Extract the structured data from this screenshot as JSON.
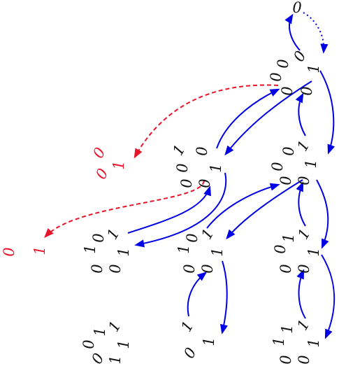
{
  "colors": {
    "edge_solid": "#0000e6",
    "edge_dotted": "#0000e6",
    "edge_dashed": "#e8142a",
    "label": "#111111",
    "label_red": "#e8142a"
  },
  "nodes": {
    "n_top": {
      "glyphs": [
        "0"
      ],
      "color": "black"
    },
    "n_r1": {
      "glyphs": [
        "0",
        "0",
        "1",
        "0",
        "0",
        "0"
      ],
      "color": "black"
    },
    "n_r2_right": {
      "glyphs": [
        "0",
        "0",
        "1",
        "1",
        "0",
        "0"
      ],
      "color": "black"
    },
    "n_r2_mid": {
      "glyphs": [
        "1",
        "0",
        "0",
        "1",
        "0",
        "0"
      ],
      "color": "black"
    },
    "n_r2_red": {
      "glyphs": [
        "0",
        "0",
        "1"
      ],
      "color": "red"
    },
    "n_r3_right": {
      "glyphs": [
        "0",
        "1",
        "1",
        "1",
        "0",
        "0"
      ],
      "color": "black"
    },
    "n_r3_mid": {
      "glyphs": [
        "1",
        "0",
        "1",
        "1",
        "0",
        "0"
      ],
      "color": "black"
    },
    "n_r3_left": {
      "glyphs": [
        "1",
        "0",
        "1",
        "1",
        "0",
        "0"
      ],
      "color": "black"
    },
    "n_r3_red": {
      "glyphs": [
        "0",
        "1"
      ],
      "color": "red"
    },
    "n_r4_right": {
      "glyphs": [
        "1",
        "1",
        "1",
        "1",
        "0",
        "0"
      ],
      "color": "black"
    },
    "n_r4_mid": {
      "glyphs": [
        "1",
        "1",
        "0"
      ],
      "color": "black"
    },
    "n_r4_left": {
      "glyphs": [
        "0",
        "1",
        "1",
        "1",
        "0",
        "1"
      ],
      "color": "black"
    }
  }
}
